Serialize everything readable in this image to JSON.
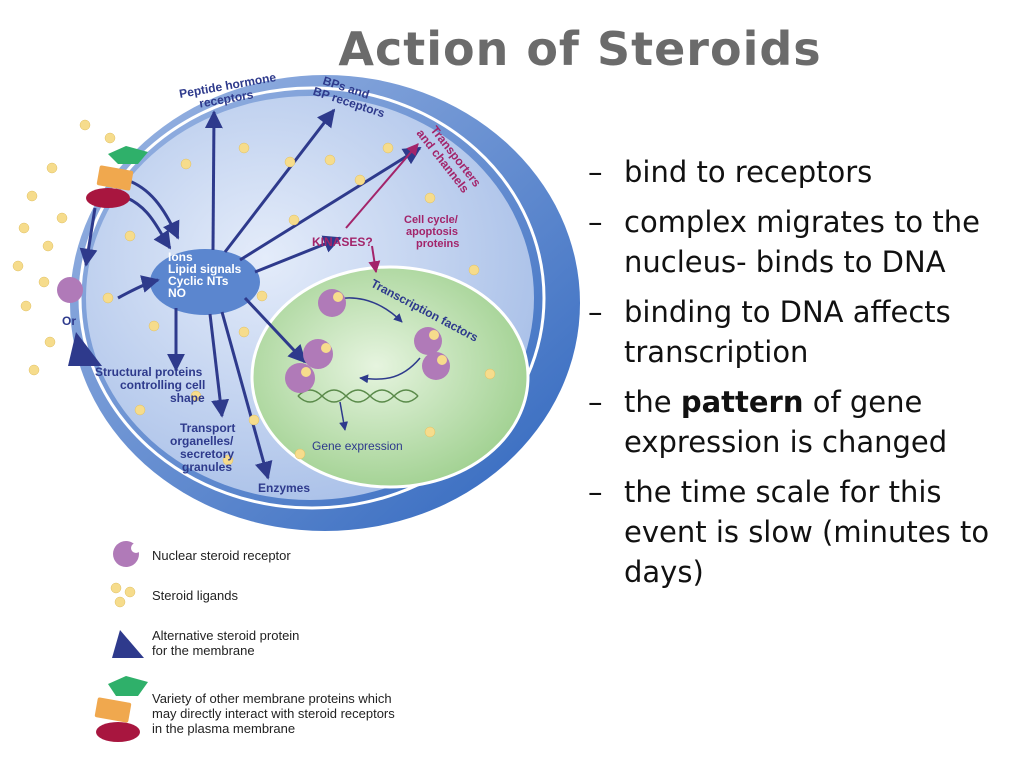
{
  "title": "Action of Steroids",
  "bullets": {
    "b1": "bind to receptors",
    "b2": "complex migrates to the nucleus- binds to DNA",
    "b3": "binding to DNA affects transcription",
    "b4_pre": "the",
    "b4_bold": "pattern",
    "b4_post": "of gene expression is changed",
    "b5": "the time scale for this event is slow (minutes to days)"
  },
  "diagram": {
    "peptide_receptors": [
      "Peptide hormone",
      "receptors"
    ],
    "bp_receptors": [
      "BPs and",
      "BP receptors"
    ],
    "transporters": [
      "Transporters",
      "and channels"
    ],
    "kinases": "KINASES?",
    "cell_cycle": [
      "Cell cycle/",
      "apoptosis",
      "proteins"
    ],
    "transcription_factors": "Transcription factors",
    "second_messengers": [
      "Ions",
      "Lipid signals",
      "Cyclic NTs",
      "NO"
    ],
    "or_label": "Or",
    "structural": [
      "Structural proteins",
      "controlling cell",
      "shape"
    ],
    "transport": [
      "Transport",
      "organelles/",
      "secretory",
      "granules"
    ],
    "enzymes": "Enzymes",
    "gene_expression": "Gene expression"
  },
  "legend": {
    "receptor": "Nuclear steroid receptor",
    "ligands": "Steroid ligands",
    "alt_protein": [
      "Alternative steroid protein",
      "for the membrane"
    ],
    "membrane_proteins": [
      "Variety of other membrane proteins which",
      "may directly interact with steroid receptors",
      "in the plasma membrane"
    ]
  },
  "colors": {
    "arrow": "#2e3a8c",
    "cell_outer": "#3b6fc0",
    "cytoplasm": "#c9d9f2",
    "nucleus": "#bfe0b5",
    "receptor": "#b07ab8",
    "ligand": "#f6dc8c",
    "label": "#2e3a8c",
    "label_magenta": "#a3246a"
  }
}
